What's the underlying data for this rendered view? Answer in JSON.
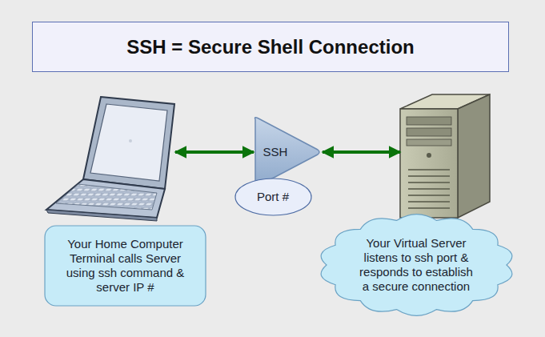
{
  "diagram": {
    "title": "SSH = Secure Shell Connection",
    "nodes": [
      {
        "text": [
          "SSH"
        ]
      },
      {
        "text": [
          "Port #"
        ]
      },
      {
        "text": [
          "Your Home Computer Terminal calls Server using ssh command & server IP #"
        ]
      },
      {
        "text": [
          "Your Virtual Server listens to ssh port & responds to establish a secure connection"
        ]
      }
    ]
  }
}
